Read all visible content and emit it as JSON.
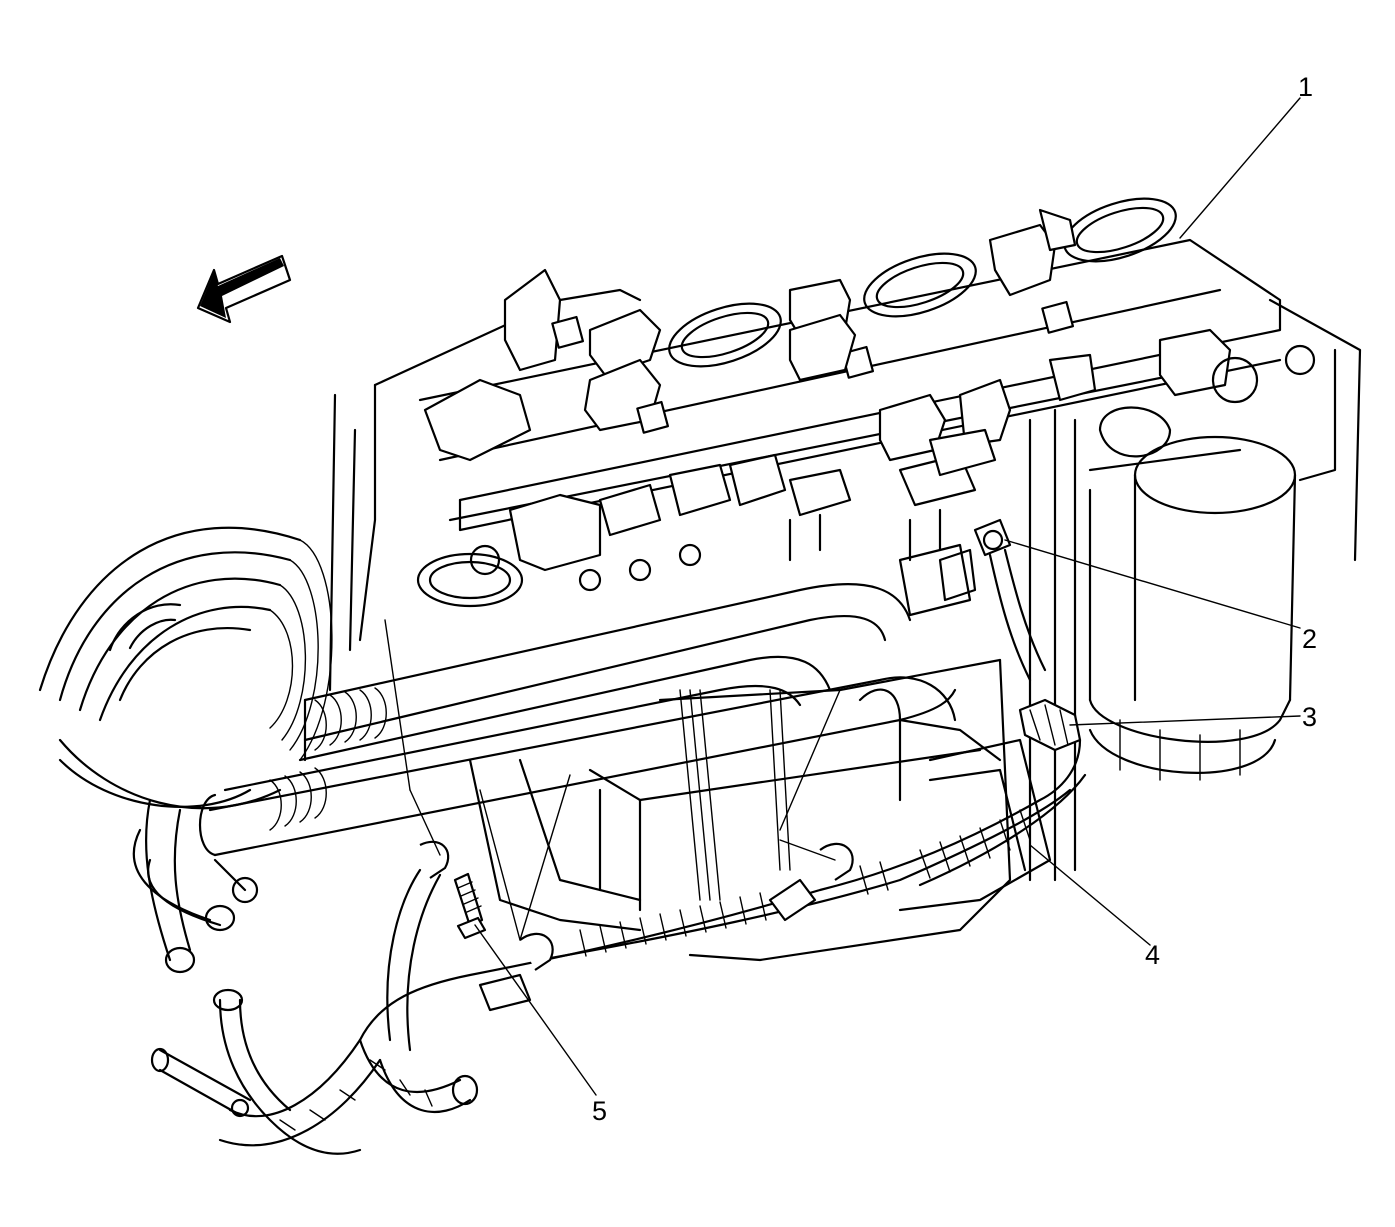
{
  "callouts": [
    {
      "id": "1",
      "label": "1"
    },
    {
      "id": "2",
      "label": "2"
    },
    {
      "id": "3",
      "label": "3"
    },
    {
      "id": "4",
      "label": "4"
    },
    {
      "id": "5",
      "label": "5"
    }
  ],
  "icons": {
    "direction_arrow": "front-direction-arrow-icon"
  }
}
